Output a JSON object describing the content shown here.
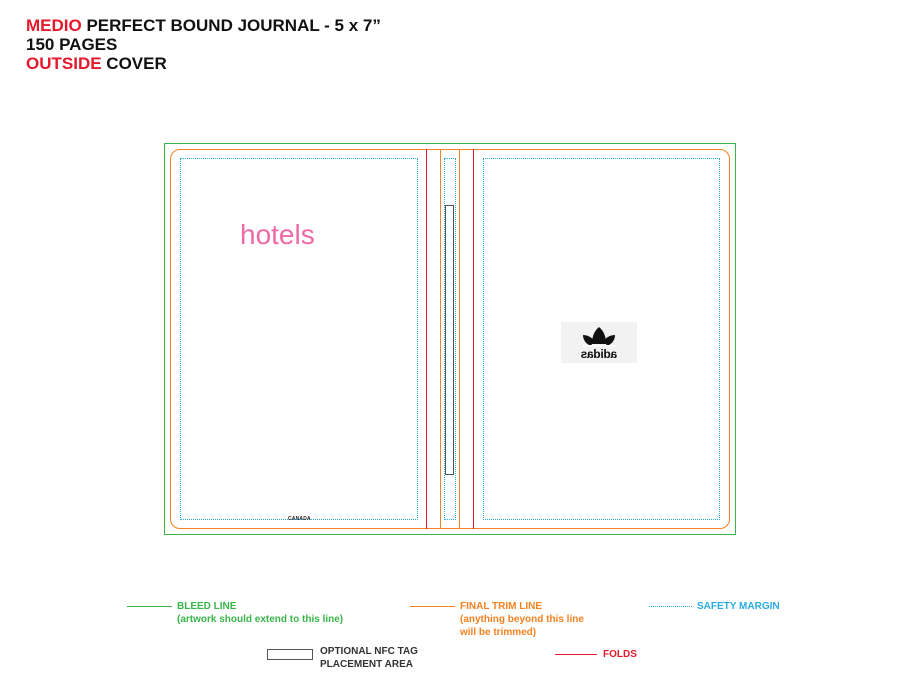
{
  "title": {
    "line1_red": "MEDIO",
    "line1_rest": " PERFECT BOUND JOURNAL - 5 x 7”",
    "line2": "150 PAGES",
    "line3_red": "OUTSIDE",
    "line3_rest": " COVER"
  },
  "cover": {
    "front_text": "hotels",
    "country_label": "CANADA",
    "logo_word": "adidas"
  },
  "legend": {
    "bleed_title": "BLEED LINE",
    "bleed_note": "(artwork should extend to this line)",
    "trim_title": "FINAL TRIM LINE",
    "trim_note_1": "(anything beyond this line",
    "trim_note_2": "will be trimmed)",
    "safety_title": "SAFETY MARGIN",
    "nfc_title_1": "OPTIONAL NFC TAG",
    "nfc_title_2": "PLACEMENT AREA",
    "folds_title": "FOLDS"
  },
  "colors": {
    "red": "#e3192c",
    "bleed": "#39b54a",
    "trim": "#f58220",
    "safety": "#29abe2",
    "hotels_pink": "#ee6aa7"
  }
}
